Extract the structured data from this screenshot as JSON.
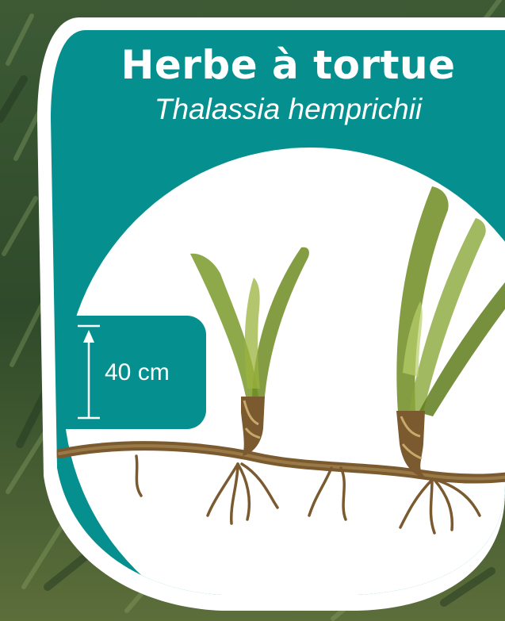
{
  "sign": {
    "title": "Herbe à tortue",
    "subtitle": "Thalassia hemprichii",
    "scale_label": "40 cm"
  },
  "colors": {
    "teal": "#05908f",
    "white": "#ffffff",
    "leaf_green": "#7a9a2a",
    "root_brown": "#7a5a2e"
  },
  "icons": [
    "scale-arrow-icon",
    "seagrass-illustration"
  ]
}
